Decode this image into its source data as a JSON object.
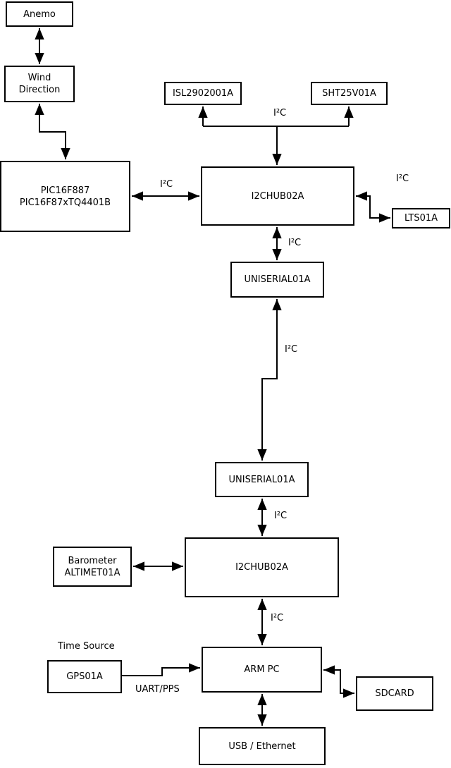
{
  "diagram": {
    "nodes": {
      "anemo": {
        "label": "Anemo"
      },
      "wind_direction": {
        "line1": "Wind",
        "line2": "Direction"
      },
      "pic": {
        "line1": "PIC16F887",
        "line2": "PIC16F87xTQ4401B"
      },
      "isl": {
        "label": "ISL2902001A"
      },
      "sht": {
        "label": "SHT25V01A"
      },
      "i2chub_top": {
        "label": "I2CHUB02A"
      },
      "lts": {
        "label": "LTS01A"
      },
      "uniserial_top": {
        "label": "UNISERIAL01A"
      },
      "uniserial_bottom": {
        "label": "UNISERIAL01A"
      },
      "i2chub_bottom": {
        "label": "I2CHUB02A"
      },
      "barometer": {
        "line1": "Barometer",
        "line2": "ALTIMET01A"
      },
      "gps": {
        "label": "GPS01A"
      },
      "arm_pc": {
        "label": "ARM PC"
      },
      "sdcard": {
        "label": "SDCARD"
      },
      "usb_ethernet": {
        "label": "USB / Ethernet"
      }
    },
    "edge_labels": {
      "bus_top": "I²C",
      "pic_to_hub": "I²C",
      "hub_to_lts": "I²C",
      "hub_to_uniserial": "I²C",
      "uniserial_link": "I²C",
      "uniserial_to_hub2": "I²C",
      "hub2_to_armpc": "I²C",
      "time_source": "Time Source",
      "uart_pps": "UART/PPS"
    },
    "colors": {
      "line": "#000000",
      "background": "#ffffff",
      "text": "#000000"
    }
  }
}
